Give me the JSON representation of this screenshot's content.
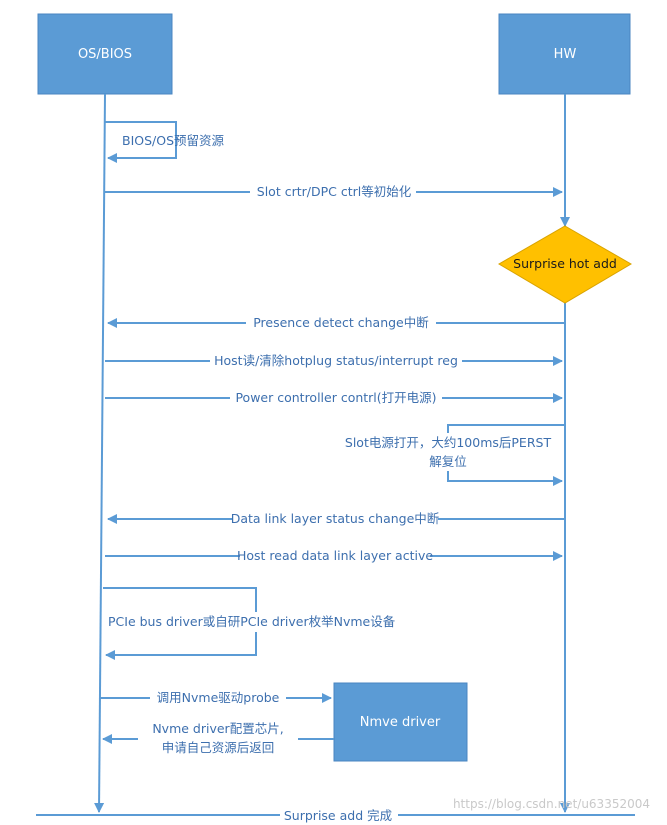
{
  "participants": {
    "os_bios": "OS/BIOS",
    "hw": "HW",
    "nvme_driver": "Nmve driver"
  },
  "decision": "Surprise hot add",
  "messages": {
    "bios_reserve": "BIOS/OS预留资源",
    "slot_init": "Slot crtr/DPC ctrl等初始化",
    "presence_change": "Presence detect change中断",
    "host_read_clear": "Host读/清除hotplug status/interrupt reg",
    "power_ctrl": "Power controller contrl(打开电源)",
    "slot_power_line1": "Slot电源打开，大约100ms后PERST",
    "slot_power_line2": "解复位",
    "dll_change": "Data link layer status change中断",
    "host_read_dll": "Host read data link layer active",
    "pcie_enum": "PCIe bus driver或自研PCIe driver枚举Nvme设备",
    "call_probe": "调用Nvme驱动probe",
    "nvme_config_line1": "Nvme driver配置芯片,",
    "nvme_config_line2": "申请自己资源后返回",
    "complete": "Surprise add 完成"
  },
  "watermark": "https://blog.csdn.net/u63352004",
  "colors": {
    "box_fill": "#5b9bd5",
    "line": "#5b9bd5",
    "label": "#3d6fae",
    "decision_fill": "#ffc000"
  }
}
